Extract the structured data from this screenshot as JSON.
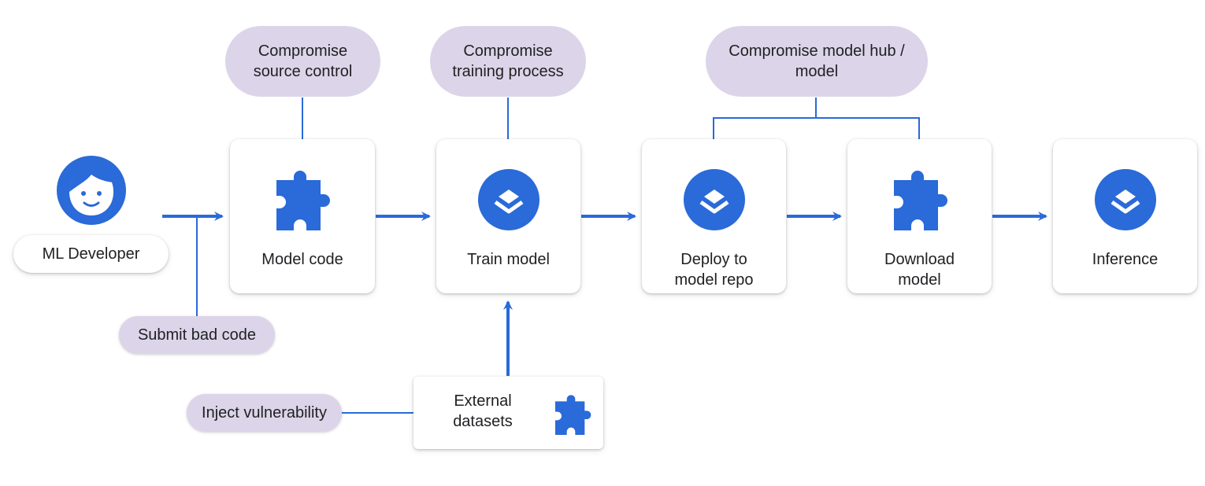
{
  "colors": {
    "accent": "#2a6ad9",
    "threat_fill": "#dcd5e9",
    "card_fill": "#ffffff"
  },
  "actor": {
    "label": "ML Developer",
    "icon": "face-icon"
  },
  "threats": {
    "source_control": "Compromise source control",
    "training_process": "Compromise training process",
    "model_hub": "Compromise model hub / model",
    "bad_code": "Submit bad code",
    "inject": "Inject vulnerability"
  },
  "steps": [
    {
      "label": "Model code",
      "icon": "puzzle-icon"
    },
    {
      "label": "Train model",
      "icon": "layers-icon"
    },
    {
      "label": "Deploy to model repo",
      "icon": "layers-icon"
    },
    {
      "label": "Download model",
      "icon": "puzzle-icon"
    },
    {
      "label": "Inference",
      "icon": "layers-icon"
    }
  ],
  "external": {
    "label": "External datasets",
    "icon": "puzzle-icon"
  }
}
